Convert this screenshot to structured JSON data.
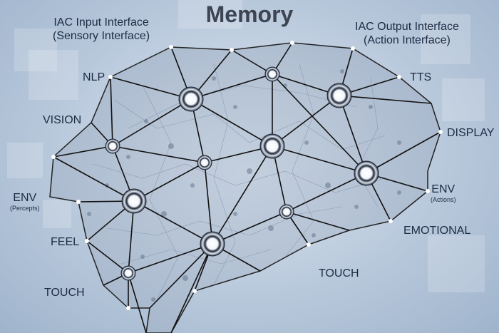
{
  "title": "Memory",
  "labels": {
    "iac_input": "IAC Input Interface",
    "iac_input_sub": "(Sensory Interface)",
    "iac_output": "IAC Output Interface",
    "iac_output_sub": "(Action Interface)",
    "nlp": "NLP",
    "tts": "TTS",
    "vision": "VISION",
    "display": "DISPLAY",
    "env_left": "ENV",
    "env_left_sub": "(Percepts)",
    "env_right": "ENV",
    "env_right_sub": "(Actions)",
    "feel": "FEEL",
    "emotional": "EMOTIONAL",
    "touch_left": "TOUCH",
    "touch_right": "TOUCH"
  },
  "colors": {
    "background": "#b9c9dc",
    "line": "#111111",
    "text": "#1c2b44",
    "node_glow": "#ffffff"
  }
}
